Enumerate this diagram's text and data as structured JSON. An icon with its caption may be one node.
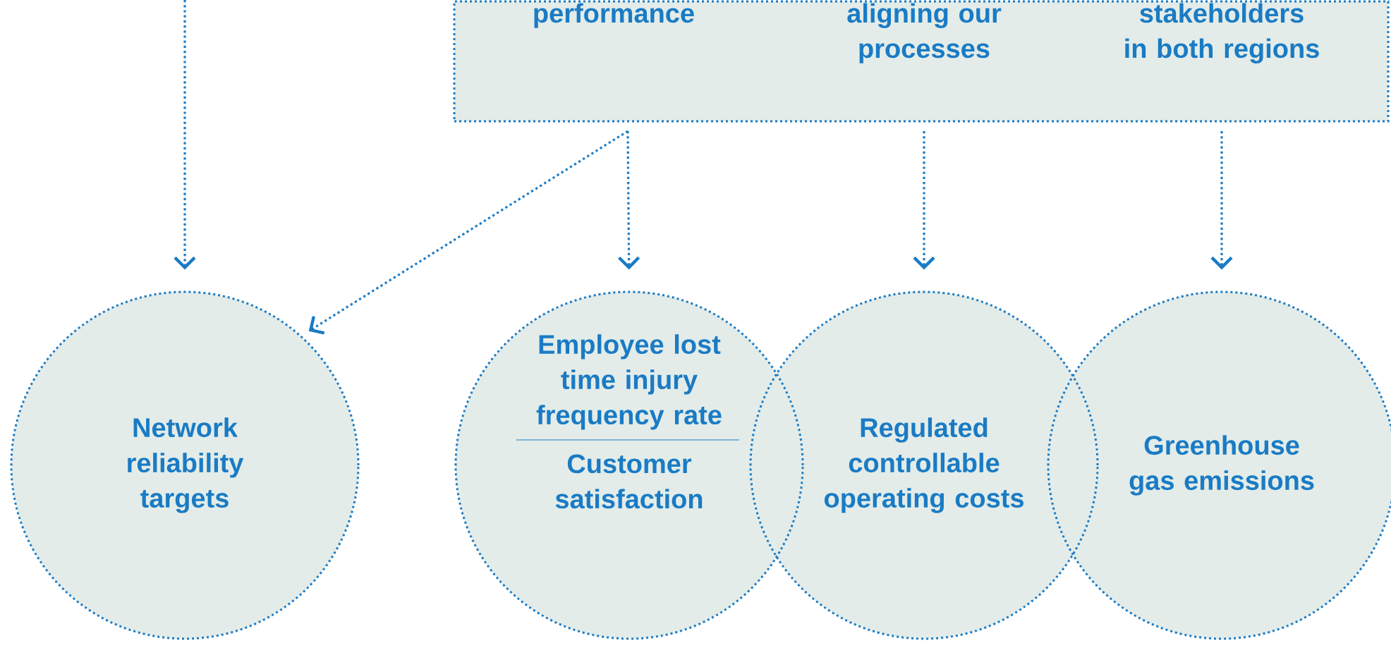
{
  "diagram": {
    "nodes": [
      {
        "text": [
          "performance",
          "aligning our processes",
          "stakeholders in both regions"
        ]
      },
      {
        "text": [
          "Network reliability targets"
        ]
      },
      {
        "text": [
          "Employee lost time injury frequency rate",
          "Customer satisfaction"
        ]
      },
      {
        "text": [
          "Regulated controllable operating costs"
        ]
      },
      {
        "text": [
          "Greenhouse gas emissions"
        ]
      }
    ],
    "edges": [
      {
        "from": null,
        "to": 1,
        "arrow": "to"
      },
      {
        "from": 0,
        "to": 1,
        "arrow": "to"
      },
      {
        "from": 0,
        "to": 2,
        "arrow": "to"
      },
      {
        "from": 0,
        "to": 3,
        "arrow": "to"
      },
      {
        "from": 0,
        "to": 4,
        "arrow": "to"
      }
    ]
  }
}
